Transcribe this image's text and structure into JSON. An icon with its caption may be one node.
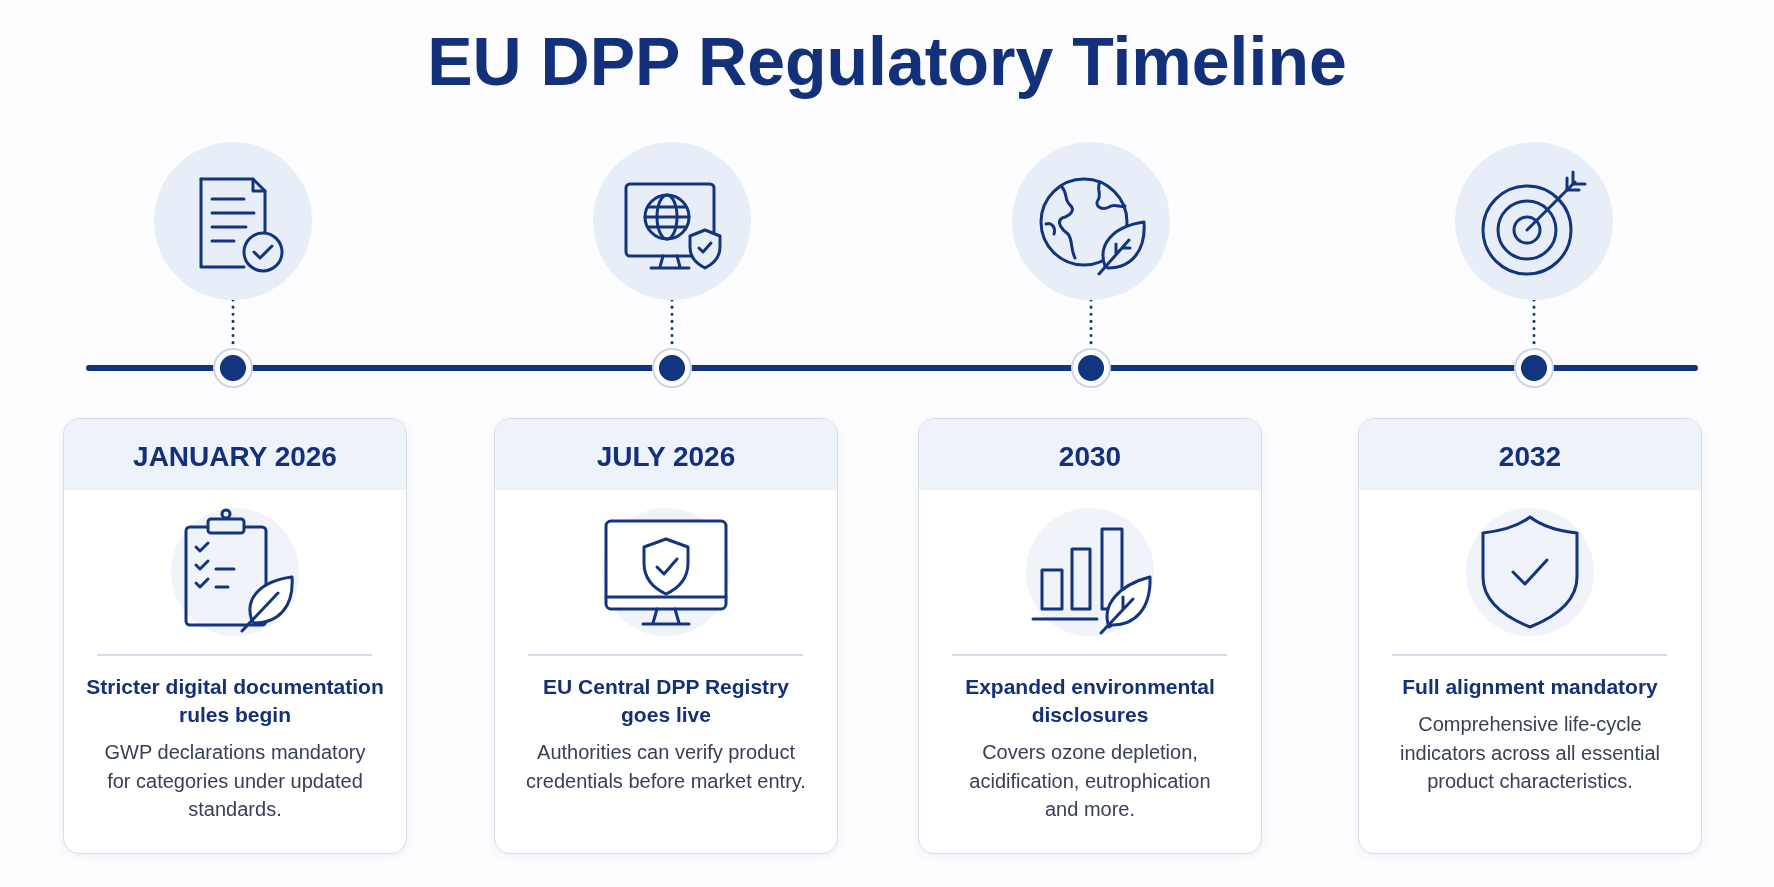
{
  "diagram": {
    "title": "EU DPP Regulatory Timeline",
    "nodes": [
      {
        "text": [],
        "shape": "circle"
      },
      {
        "text": [],
        "shape": "circle"
      },
      {
        "text": [],
        "shape": "circle"
      },
      {
        "text": [],
        "shape": "circle"
      },
      {
        "text": [],
        "shape": "circle"
      },
      {
        "text": [],
        "shape": "circle"
      },
      {
        "text": [],
        "shape": "circle"
      },
      {
        "text": [],
        "shape": "circle"
      },
      {
        "text": [
          "Stricter digital documentation rules begin",
          "GWP declarations mandatory for categories under updated standards."
        ]
      },
      {
        "text": [
          "JANUARY 2026"
        ],
        "in": 8
      },
      {
        "text": [
          "EU Central DPP Registry goes live",
          "Authorities can verify product credentials before market entry."
        ]
      },
      {
        "text": [
          "JULY 2026"
        ],
        "in": 10
      },
      {
        "text": [
          "Expanded environmental disclosures",
          "Covers ozone depletion, acidification, eutrophication and more."
        ]
      },
      {
        "text": [
          "2030"
        ],
        "in": 12
      },
      {
        "text": [
          "Full alignment mandatory",
          "Comprehensive life-cycle indicators across all essential product characteristics."
        ]
      },
      {
        "text": [
          "2032"
        ],
        "in": 14
      }
    ],
    "edges": [
      {
        "from": 0,
        "to": 4,
        "arrow": "none",
        "style": "dashed"
      },
      {
        "from": 1,
        "to": 5,
        "arrow": "none",
        "style": "dashed"
      },
      {
        "from": 2,
        "to": 6,
        "arrow": "none",
        "style": "dashed"
      },
      {
        "from": 3,
        "to": 7,
        "arrow": "none",
        "style": "dashed"
      },
      {
        "from": null,
        "to": 4,
        "arrow": "none"
      },
      {
        "from": 4,
        "to": 5,
        "arrow": "none"
      },
      {
        "from": 5,
        "to": 6,
        "arrow": "none"
      },
      {
        "from": 6,
        "to": 7,
        "arrow": "none"
      },
      {
        "from": 7,
        "to": null,
        "arrow": "none"
      }
    ]
  }
}
